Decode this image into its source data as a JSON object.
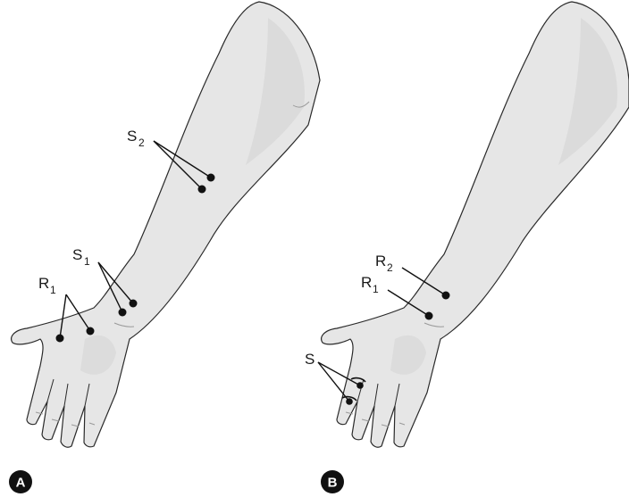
{
  "panels": [
    {
      "id": "A",
      "badge": "A",
      "labels": [
        {
          "id": "s2",
          "main": "S",
          "sub": "2"
        },
        {
          "id": "s1",
          "main": "S",
          "sub": "1"
        },
        {
          "id": "r1",
          "main": "R",
          "sub": "1"
        }
      ]
    },
    {
      "id": "B",
      "badge": "B",
      "labels": [
        {
          "id": "r2",
          "main": "R",
          "sub": "2"
        },
        {
          "id": "r1",
          "main": "R",
          "sub": "1"
        },
        {
          "id": "s",
          "main": "S",
          "sub": ""
        }
      ]
    }
  ],
  "colors": {
    "skin": "#e6e6e6",
    "skin_shade": "#cfcfcf",
    "outline": "#2a2a2a",
    "electrode": "#111111",
    "badge": "#111111"
  }
}
